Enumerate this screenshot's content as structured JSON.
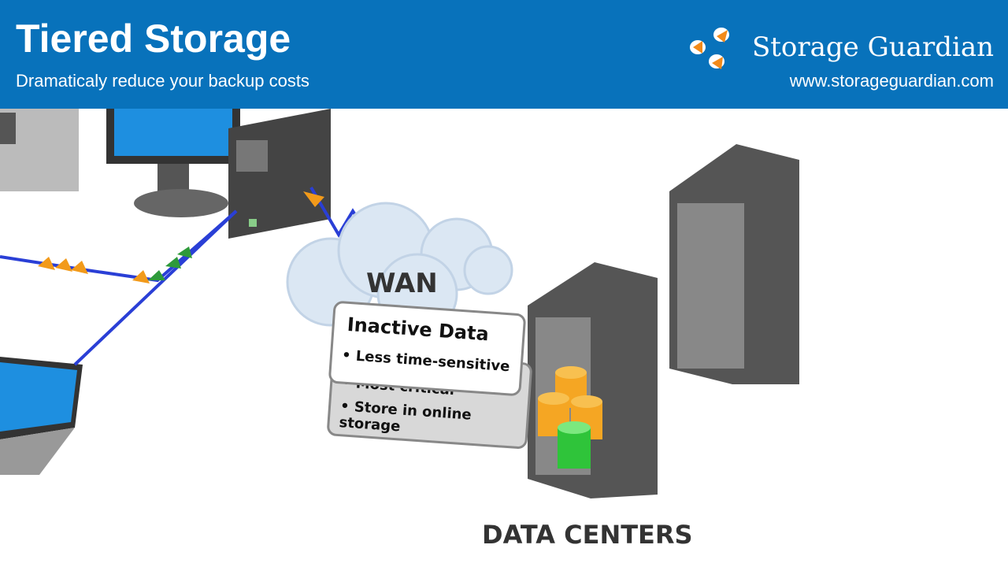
{
  "header": {
    "title": "Tiered Storage",
    "subtitle": "Dramaticaly reduce your backup costs",
    "brand": "Storage Guardian",
    "url": "www.storageguardian.com",
    "header_color": "#0872bb",
    "logo_color": "#f28a1a"
  },
  "diagram": {
    "cloud_label": "WAN",
    "datacenter_label": "DATA CENTERS",
    "front_bubble": {
      "title": "Inactive Data",
      "items": [
        "Less time-sensitive"
      ]
    },
    "back_bubble": {
      "items": [
        "Most critical",
        "Store in online storage"
      ]
    },
    "colors": {
      "link": "#2a3fd6",
      "packet_orange": "#f29a1a",
      "packet_green": "#2e9a3a",
      "cylinder_orange": "#f5a623",
      "cylinder_green": "#2fc43a"
    }
  }
}
